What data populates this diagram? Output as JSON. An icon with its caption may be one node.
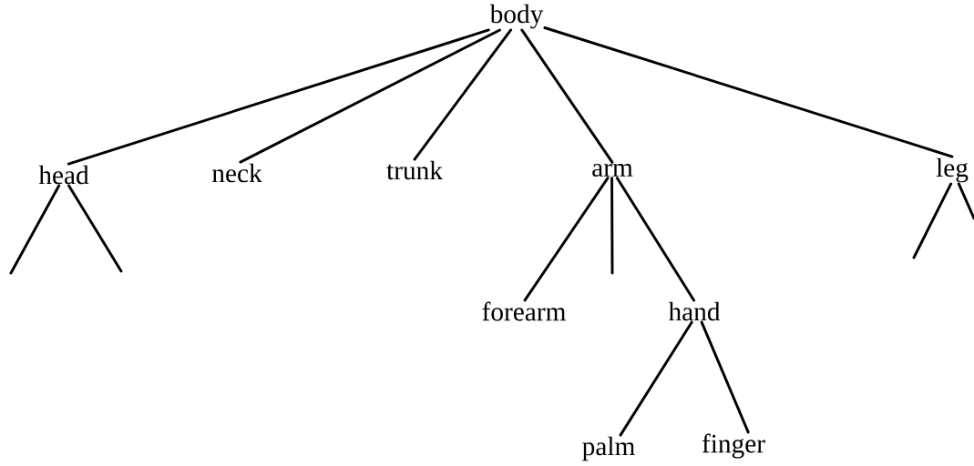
{
  "diagram": {
    "nodes": [
      {
        "text": [
          "body"
        ]
      },
      {
        "text": [
          "head"
        ]
      },
      {
        "text": [
          "neck"
        ]
      },
      {
        "text": [
          "trunk"
        ]
      },
      {
        "text": [
          "arm"
        ]
      },
      {
        "text": [
          "leg"
        ]
      },
      {
        "text": [
          "forearm"
        ]
      },
      {
        "text": [
          "hand"
        ]
      },
      {
        "text": [
          "palm"
        ]
      },
      {
        "text": [
          "finger"
        ]
      }
    ],
    "edges": [
      {
        "from": 0,
        "to": 1,
        "arrow": "none"
      },
      {
        "from": 0,
        "to": 2,
        "arrow": "none"
      },
      {
        "from": 0,
        "to": 3,
        "arrow": "none"
      },
      {
        "from": 0,
        "to": 4,
        "arrow": "none"
      },
      {
        "from": 0,
        "to": 5,
        "arrow": "none"
      },
      {
        "from": 1,
        "to": null,
        "arrow": "none"
      },
      {
        "from": 1,
        "to": null,
        "arrow": "none"
      },
      {
        "from": 4,
        "to": 6,
        "arrow": "none"
      },
      {
        "from": 4,
        "to": null,
        "arrow": "none"
      },
      {
        "from": 4,
        "to": 7,
        "arrow": "none"
      },
      {
        "from": 5,
        "to": null,
        "arrow": "none"
      },
      {
        "from": 5,
        "to": null,
        "arrow": "none"
      },
      {
        "from": 7,
        "to": 8,
        "arrow": "none"
      },
      {
        "from": 7,
        "to": 9,
        "arrow": "none"
      }
    ]
  }
}
